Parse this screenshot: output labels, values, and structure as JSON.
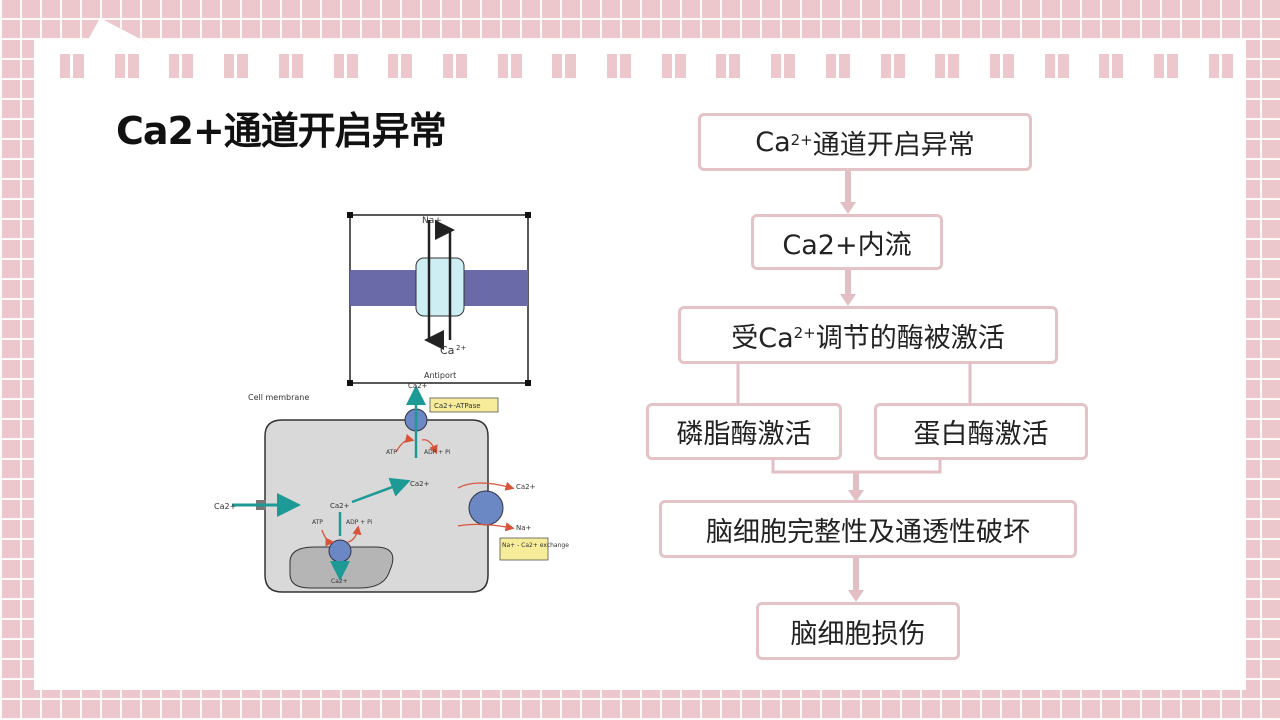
{
  "page": {
    "title": "Ca2+通道开启异常"
  },
  "figure": {
    "channel_top_label": "Na+",
    "channel_ion_label": "Ca",
    "channel_ion_sup": "2+",
    "channel_caption": "Antiport",
    "membrane_label": "Cell membrane",
    "atpase_label": "Ca2+-ATPase",
    "exchanger_label": "Na+ - Ca2+ exchange",
    "ion_in_left": "Ca2+",
    "ion_center": "Ca2+",
    "ion_right": "Ca2+",
    "ion_top": "Ca2+",
    "ion_bottom": "Ca2+",
    "na_label": "Na+",
    "atp_top": "ATP",
    "adp_top": "ADP + Pi",
    "atp_mid": "ATP",
    "adp_mid": "ADP + Pi",
    "colors": {
      "membrane_band": "#6a6aa8",
      "channel_pore": "#cdeef2",
      "cell_body": "#d9d9d9",
      "organelle": "#b5b5b5",
      "protein": "#6b87c4",
      "arrow_teal": "#1e9a96",
      "arrow_red": "#d9533a",
      "label_box": "#f6ec9a"
    }
  },
  "flow": {
    "n1_main": "Ca",
    "n1_sup": "2+",
    "n1_rest": "通道开启异常",
    "n2": "Ca2+内流",
    "n3_pre": "受Ca",
    "n3_sup": "2+",
    "n3_post": "调节的酶被激活",
    "n4a": "磷脂酶激活",
    "n4b": "蛋白酶激活",
    "n5": "脑细胞完整性及通透性破坏",
    "n6": "脑细胞损伤",
    "colors": {
      "border": "#e4c3c7",
      "arrow": "#e2bfc3"
    }
  },
  "theme": {
    "background": "#ecc8cc",
    "paper": "#ffffff"
  }
}
